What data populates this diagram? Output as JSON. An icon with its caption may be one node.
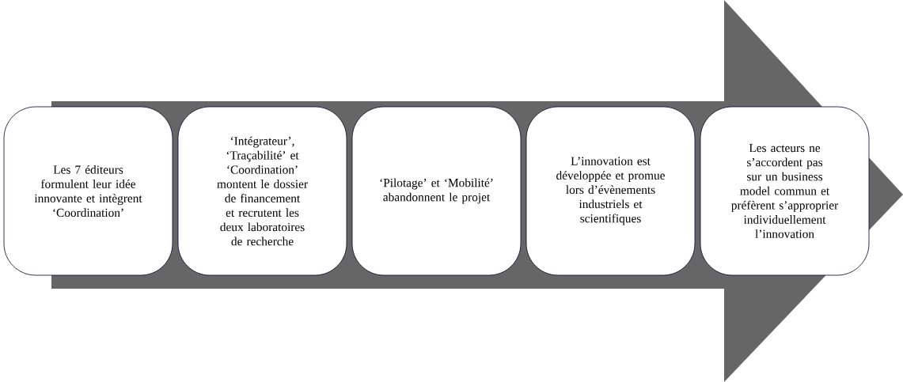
{
  "diagram": {
    "nodes": [
      {
        "text": [
          "Les 7 éditeurs formulent leur idée innovante et intègrent ‘Coordination’"
        ]
      },
      {
        "text": [
          "‘Intégrateur’, ‘Traçabilité’ et ‘Coordination’ montent le dossier de financement et recrutent les deux laboratoires de recherche"
        ]
      },
      {
        "text": [
          "‘Pilotage’ et ‘Mobilité’ abandonnent le projet"
        ]
      },
      {
        "text": [
          "L’innovation est développée et promue lors d’évènements industriels et scientifiques"
        ]
      },
      {
        "text": [
          "Les acteurs ne s’accordent pas sur un business model commun et préfèrent s’approprier individuellement l’innovation"
        ]
      }
    ]
  }
}
